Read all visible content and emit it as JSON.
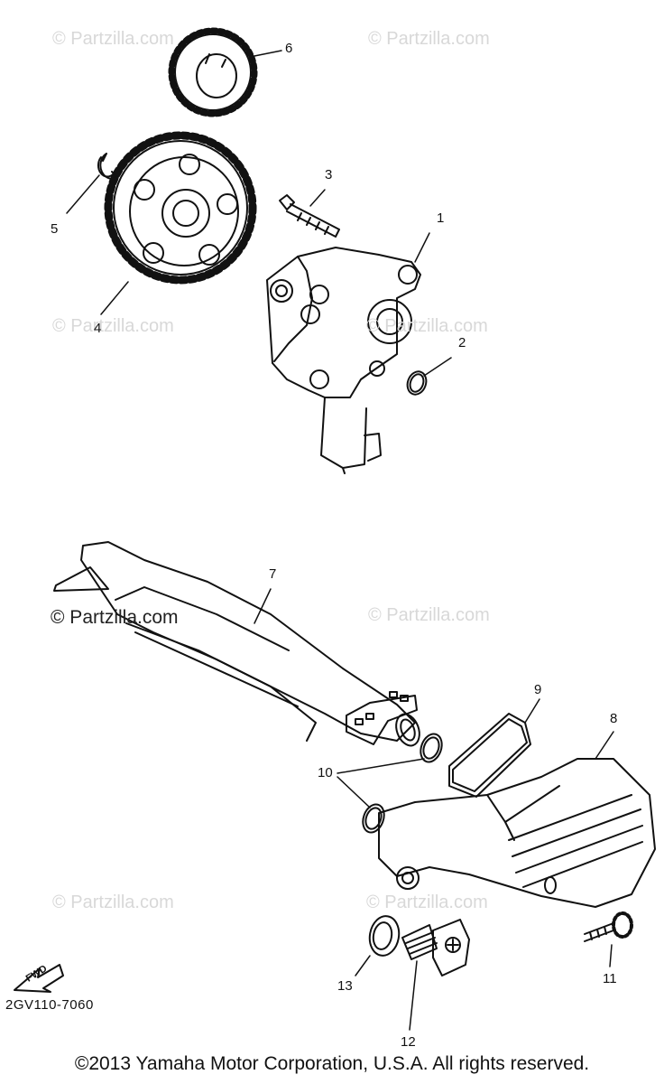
{
  "watermarks": [
    "© Partzilla.com",
    "© Partzilla.com",
    "© Partzilla.com",
    "© Partzilla.com",
    "© Partzilla.com",
    "© Partzilla.com",
    "© Partzilla.com",
    "© Partzilla.com"
  ],
  "callouts": {
    "c1": "1",
    "c2": "2",
    "c3": "3",
    "c4": "4",
    "c5": "5",
    "c6": "6",
    "c7": "7",
    "c8": "8",
    "c9": "9",
    "c10": "10",
    "c11": "11",
    "c12": "12",
    "c13": "13"
  },
  "fwd_label": "FWD",
  "reference_code": "2GV110-7060",
  "copyright": "©2013 Yamaha Motor Corporation, U.S.A. All rights reserved."
}
